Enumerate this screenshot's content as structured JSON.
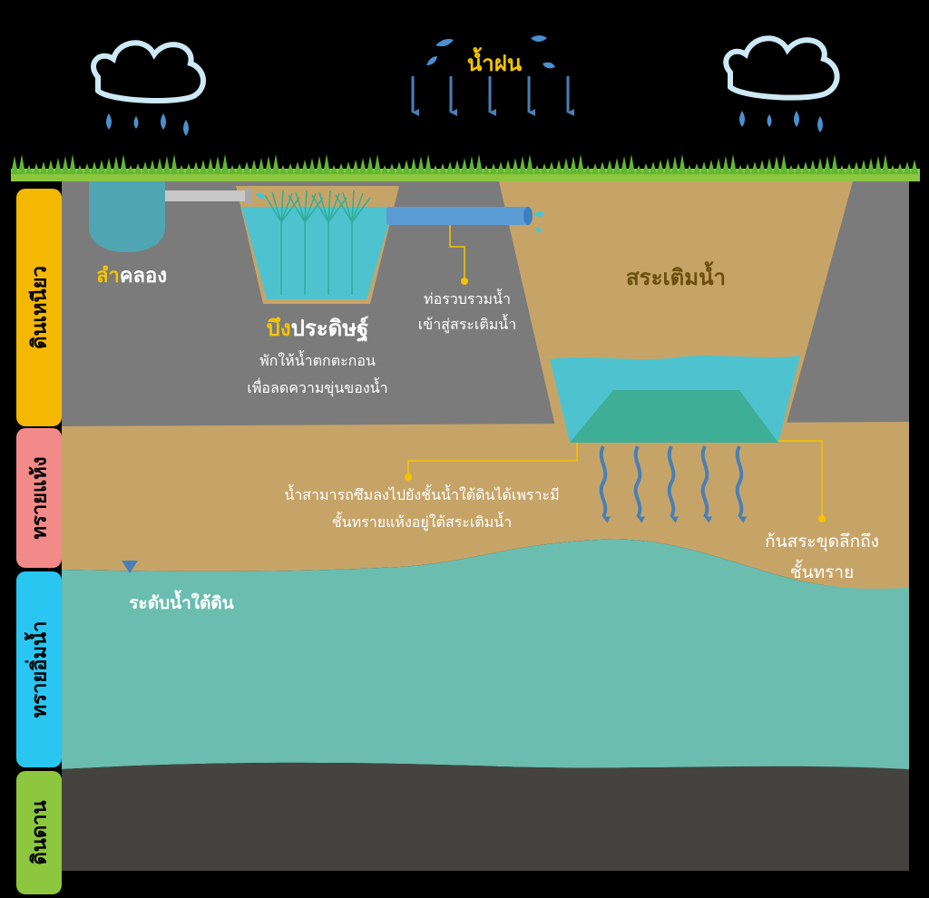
{
  "labels": {
    "rain_prefix": "น้ำ",
    "rain_suffix": "ฝน",
    "canal_prefix": "ลำ",
    "canal_suffix": "คลอง",
    "pond_prefix": "บึง",
    "pond_suffix": "ประดิษฐ์",
    "pond_desc_1": "พักให้น้ำตกตะกอน",
    "pond_desc_2": "เพื่อลดความขุ่นของน้ำ",
    "pipe_desc_1": "ท่อรวบรวมน้ำ",
    "pipe_desc_2": "เข้าสู่สระเติมน้ำ",
    "reservoir_prefix": "สระ",
    "reservoir_suffix": "เติมน้ำ",
    "seep_desc_1": "น้ำสามารถซึมลงไปยังชั้นน้ำใต้ดินได้เพราะมี",
    "seep_desc_2": "ชั้นทรายแห้งอยู่ใต้สระเติมน้ำ",
    "bottom_desc_1": "ก้นสระขุดลึกถึง",
    "bottom_desc_2": "ชั้นทราย",
    "water_table": "ระดับน้ำใต้ดิน"
  },
  "layers": [
    {
      "name": "ดินเหนียว",
      "color": "#f5b800"
    },
    {
      "name": "ทรายแห้ง",
      "color": "#f28a8a"
    },
    {
      "name": "ทรายอิ่มน้ำ",
      "color": "#29c6f2"
    },
    {
      "name": "ดินดาน",
      "color": "#8dc63f"
    }
  ],
  "colors": {
    "clay": "#7b7b7b",
    "dry_sand": "#c6a468",
    "saturated_sand": "#6bbdb0",
    "bedrock": "#454340",
    "water": "#4ec3cf",
    "grass": "#5fb832",
    "accent": "#f5c400",
    "arrow": "#4a7fb5",
    "axis_arrow": "#e0201a"
  }
}
